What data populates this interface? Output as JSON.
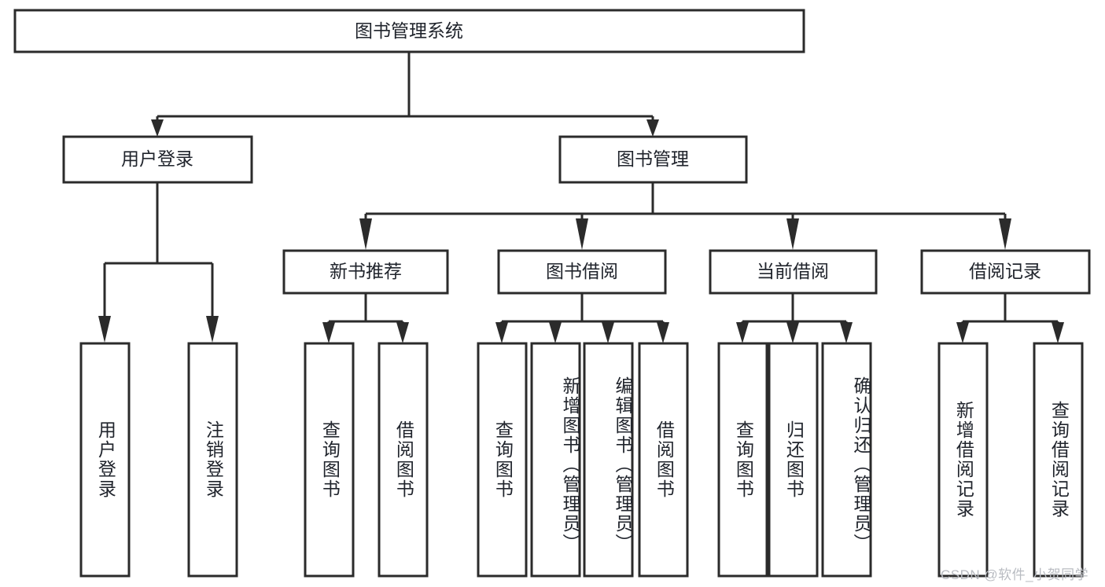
{
  "diagram": {
    "title_node": {
      "label": "图书管理系统"
    },
    "level2": [
      {
        "label": "用户登录"
      },
      {
        "label": "图书管理"
      }
    ],
    "level3": [
      {
        "label": "新书推荐"
      },
      {
        "label": "图书借阅"
      },
      {
        "label": "当前借阅"
      },
      {
        "label": "借阅记录"
      }
    ],
    "leaves": {
      "user_login": [
        {
          "label": "用户登录"
        },
        {
          "label": "注销登录"
        }
      ],
      "new_book_recommend": [
        {
          "label": "查询图书"
        },
        {
          "label": "借阅图书"
        }
      ],
      "book_borrow": [
        {
          "label": "查询图书"
        },
        {
          "label": "新增图书（管理员）"
        },
        {
          "label": "编辑图书（管理员）"
        },
        {
          "label": "借阅图书"
        }
      ],
      "current_borrow": [
        {
          "label": "查询图书"
        },
        {
          "label": "归还图书"
        },
        {
          "label": "确认归还（管理员）"
        }
      ],
      "borrow_records": [
        {
          "label": "新增借阅记录"
        },
        {
          "label": "查询借阅记录"
        }
      ]
    }
  },
  "watermark": {
    "text": "CSDN @软件_小贺同学"
  },
  "colors": {
    "stroke": "#2b2b2b",
    "text": "#20242c",
    "background": "#ffffff",
    "watermark": "#b9bcc2"
  }
}
